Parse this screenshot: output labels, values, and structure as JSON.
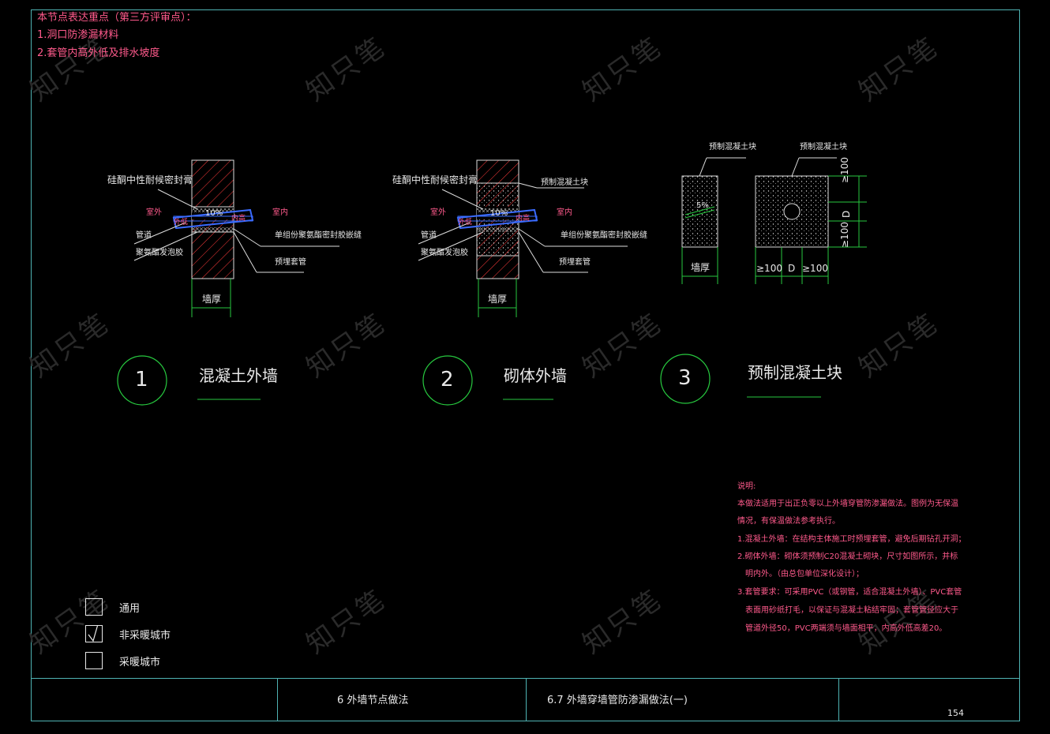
{
  "header_notes": {
    "title": "本节点表达重点（第三方评审点）：",
    "item1": "1.洞口防渗漏材料",
    "item2": "2.套管内高外低及排水坡度"
  },
  "details": [
    {
      "num": "1",
      "name": "混凝土外墙"
    },
    {
      "num": "2",
      "name": "砌体外墙"
    },
    {
      "num": "3",
      "name": "预制混凝土块"
    }
  ],
  "detail1": {
    "sealant": "硅酮中性耐候密封膏",
    "outdoor": "室外",
    "indoor": "室内",
    "outer_low": "外低",
    "inner_high": "内高",
    "slope": "10%",
    "pipe": "管道",
    "pu_foam": "聚氨酯发泡胶",
    "foam_rod": "单组份聚氨酯密封胶嵌缝",
    "sleeve": "预埋套管",
    "wall_thk": "墙厚"
  },
  "detail2": {
    "sealant": "硅酮中性耐候密封膏",
    "precast": "预制混凝土块",
    "outdoor": "室外",
    "indoor": "室内",
    "outer_low": "外低",
    "inner_high": "内高",
    "slope": "10%",
    "pipe": "管道",
    "pu_foam": "聚氨酯发泡胶",
    "foam_rod": "单组份聚氨酯密封胶嵌缝",
    "sleeve": "预埋套管",
    "wall_thk": "墙厚"
  },
  "detail3": {
    "precast_a": "预制混凝土块",
    "precast_b": "预制混凝土块",
    "slope": "5%",
    "wall_thk": "墙厚",
    "dim_ge100": "≥100",
    "dim_d": "D"
  },
  "explanation": {
    "title": "说明:",
    "l1": "本做法适用于出正负零以上外墙穿管防渗漏做法。图例为无保温",
    "l2": "情况，有保温做法参考执行。",
    "l3": "1.混凝土外墙：在结构主体施工时预埋套管，避免后期钻孔开洞；",
    "l4": "2.砌体外墙：砌体须预制C20混凝土砌块，尺寸如图所示，并标",
    "l5": "明内外。（由总包单位深化设计）；",
    "l6": "3.套管要求：可采用PVC（或钢管，适合混凝土外墙）、PVC套管",
    "l7": "表面用砂纸打毛，以保证与混凝土粘结牢固；套管管径应大于",
    "l8": "管道外径50，PVC两端须与墙面相平，内高外低高差20。"
  },
  "checkboxes": [
    {
      "label": "通用",
      "checked": false
    },
    {
      "label": "非采暖城市",
      "checked": true
    },
    {
      "label": "采暖城市",
      "checked": false
    }
  ],
  "title_block": {
    "chapter": "6  外墙节点做法",
    "section": "6.7  外墙穿墙管防渗漏做法(一)",
    "page": "154"
  },
  "watermark": "知只笔",
  "colors": {
    "frame": "#4fb3b3",
    "note": "#ff5a8c",
    "circle": "#27c93f",
    "pipe": "#3a6bff",
    "hatch": "#ff3b3b"
  }
}
